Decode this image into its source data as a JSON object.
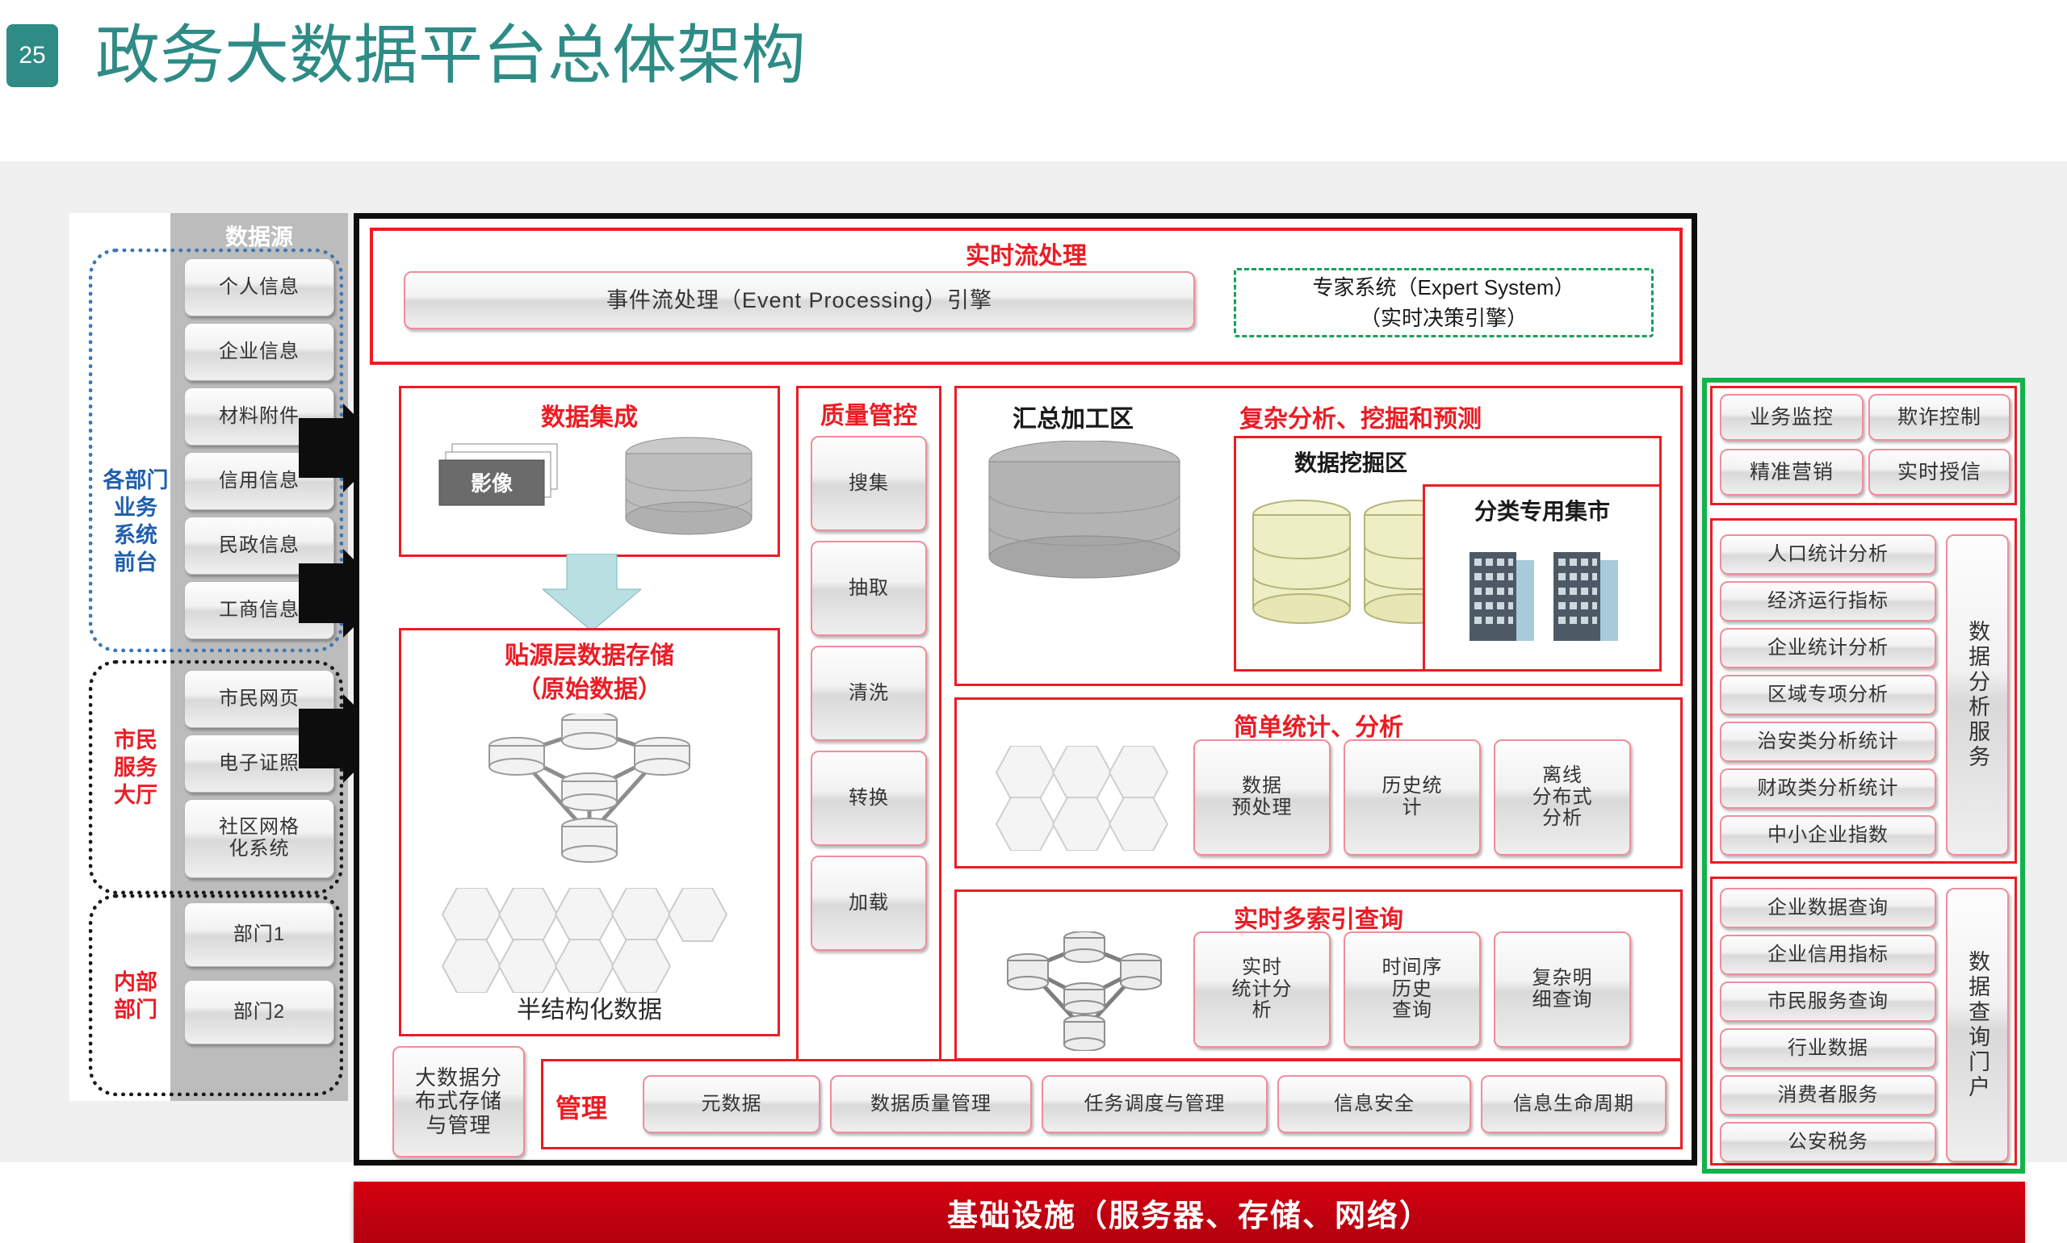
{
  "header": {
    "page_number": "25",
    "title": "政务大数据平台总体架构"
  },
  "left_panel": {
    "source_header": "数据源",
    "groups": [
      {
        "label": "各部门\n业务\n系统\n前台",
        "label_lines": [
          "各部门",
          "业务",
          "系统",
          "前台"
        ],
        "items": [
          "个人信息",
          "企业信息",
          "材料附件",
          "信用信息",
          "民政信息",
          "工商信息"
        ]
      },
      {
        "label_lines": [
          "市民",
          "服务",
          "大厅"
        ],
        "items": [
          "市民网页",
          "电子证照",
          "社区网格\n化系统"
        ]
      },
      {
        "label_lines": [
          "内部",
          "部门"
        ],
        "items": [
          "部门1",
          "部门2"
        ]
      }
    ]
  },
  "stream": {
    "title": "实时流处理",
    "engine_button": "事件流处理（Event Processing）引擎",
    "expert_system_line1": "专家系统（Expert System）",
    "expert_system_line2": "（实时决策引擎）"
  },
  "integration": {
    "title": "数据集成",
    "image_label": "影像"
  },
  "raw_storage": {
    "title_line1": "贴源层数据存储",
    "title_line2": "（原始数据）",
    "caption": "半结构化数据"
  },
  "quality": {
    "title": "质量管控",
    "items": [
      "搜集",
      "抽取",
      "清洗",
      "转换",
      "加载"
    ]
  },
  "analysis": {
    "summary_zone": "汇总加工区",
    "complex_title": "复杂分析、挖掘和预测",
    "mining_zone": "数据挖掘区",
    "mart_zone": "分类专用集市",
    "simple_title": "简单统计、分析",
    "simple_items": [
      "数据\n预处理",
      "历史统\n计",
      "离线\n分布式\n分析"
    ],
    "realtime_title": "实时多索引查询",
    "realtime_items": [
      "实时\n统计分\n析",
      "时间序\n历史\n查询",
      "复杂明\n细查询"
    ]
  },
  "management": {
    "storage_label": "大数据分\n布式存储\n与管理",
    "label": "管理",
    "items": [
      "元数据",
      "数据质量管理",
      "任务调度与管理",
      "信息安全",
      "信息生命周期"
    ]
  },
  "right_panel": {
    "top_items": [
      "业务监控",
      "欺诈控制",
      "精准营销",
      "实时授信"
    ],
    "analysis_service": {
      "vertical_label": "数据分析服务",
      "items": [
        "人口统计分析",
        "经济运行指标",
        "企业统计分析",
        "区域专项分析",
        "治安类分析统计",
        "财政类分析统计",
        "中小企业指数"
      ]
    },
    "query_portal": {
      "vertical_label": "数据查询门户",
      "items": [
        "企业数据查询",
        "企业信用指标",
        "市民服务查询",
        "行业数据",
        "消费者服务",
        "公安税务"
      ]
    }
  },
  "infrastructure": {
    "label": "基础设施（服务器、存储、网络）"
  },
  "colors": {
    "accent_teal": "#2e8b85",
    "red": "#ec1c24",
    "infra_red": "#c00010",
    "green": "#13b24b",
    "blue_dotted": "#3c78b4"
  }
}
